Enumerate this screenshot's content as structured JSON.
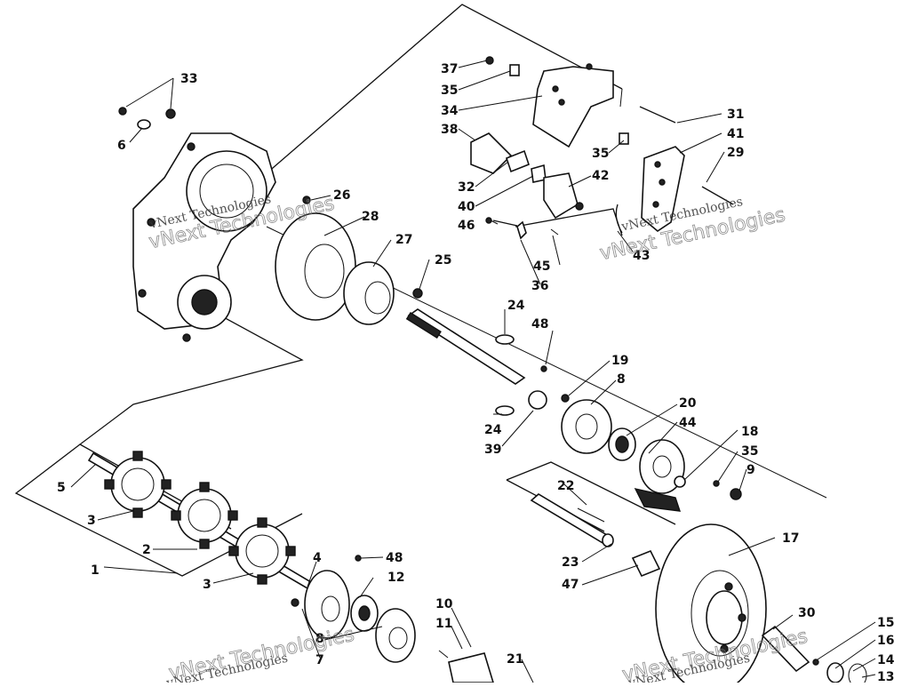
{
  "diagram": {
    "callouts": [
      "1",
      "2",
      "3",
      "3",
      "4",
      "5",
      "6",
      "7",
      "8",
      "8",
      "9",
      "10",
      "11",
      "12",
      "13",
      "14",
      "15",
      "16",
      "17",
      "18",
      "19",
      "20",
      "21",
      "22",
      "23",
      "24",
      "24",
      "25",
      "26",
      "27",
      "28",
      "29",
      "30",
      "31",
      "32",
      "33",
      "34",
      "35",
      "35",
      "35",
      "36",
      "37",
      "38",
      "39",
      "40",
      "41",
      "42",
      "43",
      "44",
      "45",
      "46",
      "47",
      "48",
      "48"
    ],
    "watermarks": [
      {
        "small": "vNext Technologies",
        "big": "vNext Technologies"
      },
      {
        "small": "vNext Technologies",
        "big": "vNext Technologies"
      },
      {
        "small": "vNext Technologies",
        "big": "vNext Technologies"
      },
      {
        "small": "vNext Technologies",
        "big": "vNext Technologies"
      }
    ]
  }
}
